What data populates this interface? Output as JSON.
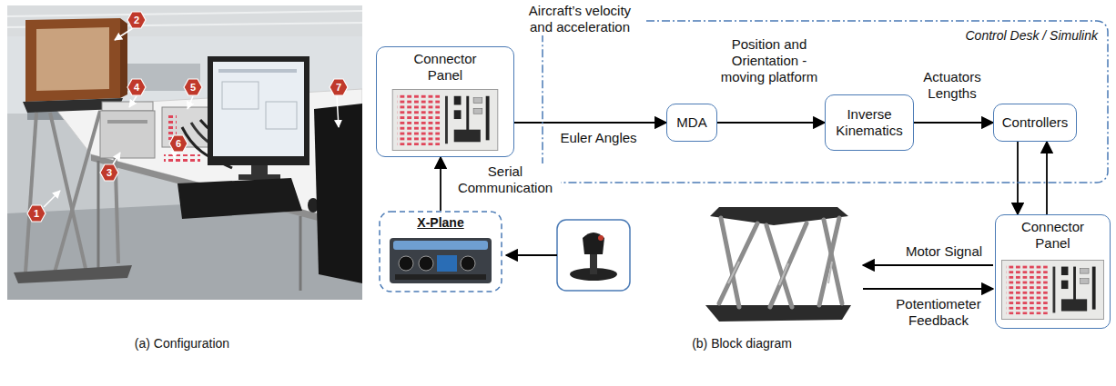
{
  "diagram": {
    "nodes": [
      {
        "text": [
          "Connector Panel"
        ]
      },
      {
        "text": [
          "Control Desk / Simulink"
        ]
      },
      {
        "text": [
          "MDA"
        ],
        "in": 1
      },
      {
        "text": [
          "Inverse Kinematics"
        ],
        "in": 1
      },
      {
        "text": [
          "Controllers"
        ],
        "in": 1
      },
      {
        "text": [
          "X-Plane"
        ]
      },
      {
        "text": [
          "Connector Panel"
        ]
      }
    ],
    "edges": [
      {
        "from": 0,
        "to": 2,
        "arrow": "to",
        "label": "Euler Angles"
      },
      {
        "from": 2,
        "to": 3,
        "arrow": "to",
        "label": "Position and Orientation - moving platform"
      },
      {
        "from": 3,
        "to": 4,
        "arrow": "to",
        "label": "Actuators Lengths"
      },
      {
        "from": 4,
        "to": 6,
        "arrow": "to"
      },
      {
        "from": 6,
        "to": 4,
        "arrow": "to"
      },
      {
        "from": 5,
        "to": 0,
        "arrow": "to",
        "label": "Serial Communication"
      }
    ],
    "labels": [
      "1",
      "2",
      "3",
      "4",
      "5",
      "6",
      "7",
      "(a) Configuration",
      "(b) Block diagram",
      "Aircraft’s velocity and acceleration",
      "Motor Signal",
      "Potentiometer Feedback"
    ]
  }
}
